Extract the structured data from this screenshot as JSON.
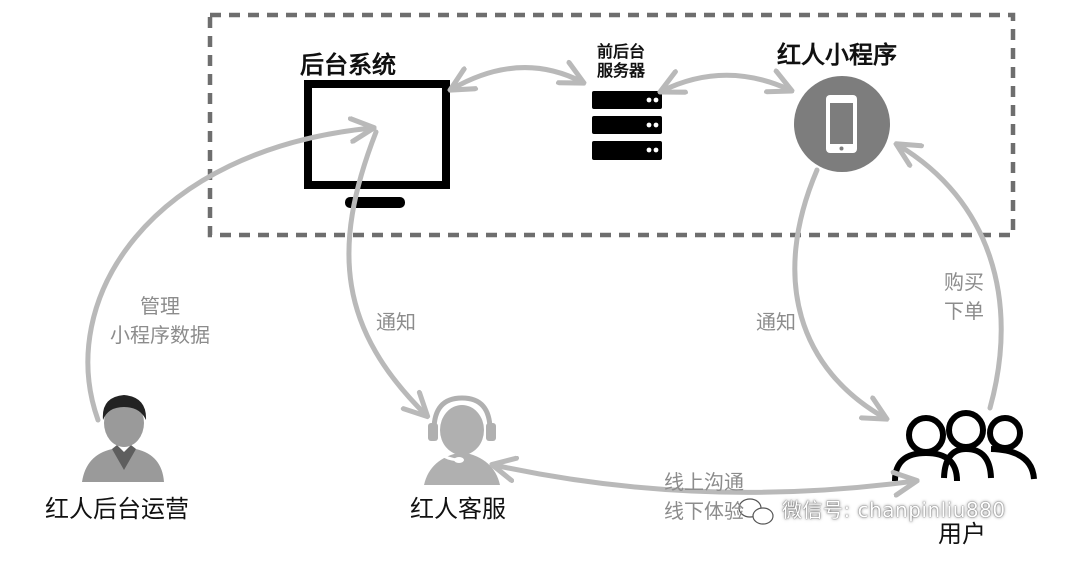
{
  "nodes": {
    "backend_system": "后台系统",
    "server": "前后台\n服务器",
    "miniprogram": "红人小程序",
    "operations": "红人后台运营",
    "customer_service": "红人客服",
    "users": "用户"
  },
  "edge_labels": {
    "manage_data": "管理\n小程序数据",
    "notify_left": "通知",
    "notify_right": "通知",
    "purchase": "购买\n下单",
    "communication": "线上沟通\n线下体验"
  },
  "watermark": {
    "text": "微信号: chanpinliu880"
  },
  "colors": {
    "dashed_frame": "#6e6e6e",
    "arrow": "#b9b9b9",
    "device": "#000000",
    "muted_icon": "#b0b0b0"
  }
}
